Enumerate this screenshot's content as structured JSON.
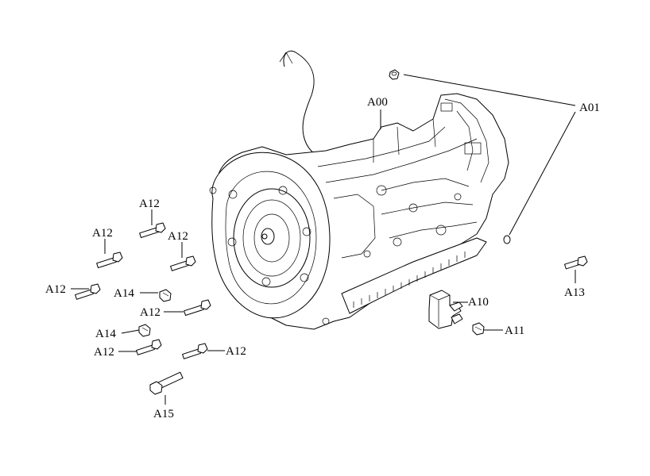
{
  "callouts": {
    "a00": "A00",
    "a01": "A01",
    "a10": "A10",
    "a11": "A11",
    "a12_1": "A12",
    "a12_2": "A12",
    "a12_3": "A12",
    "a12_4": "A12",
    "a12_5": "A12",
    "a12_6": "A12",
    "a12_7": "A12",
    "a13": "A13",
    "a14_1": "A14",
    "a14_2": "A14",
    "a15": "A15"
  }
}
